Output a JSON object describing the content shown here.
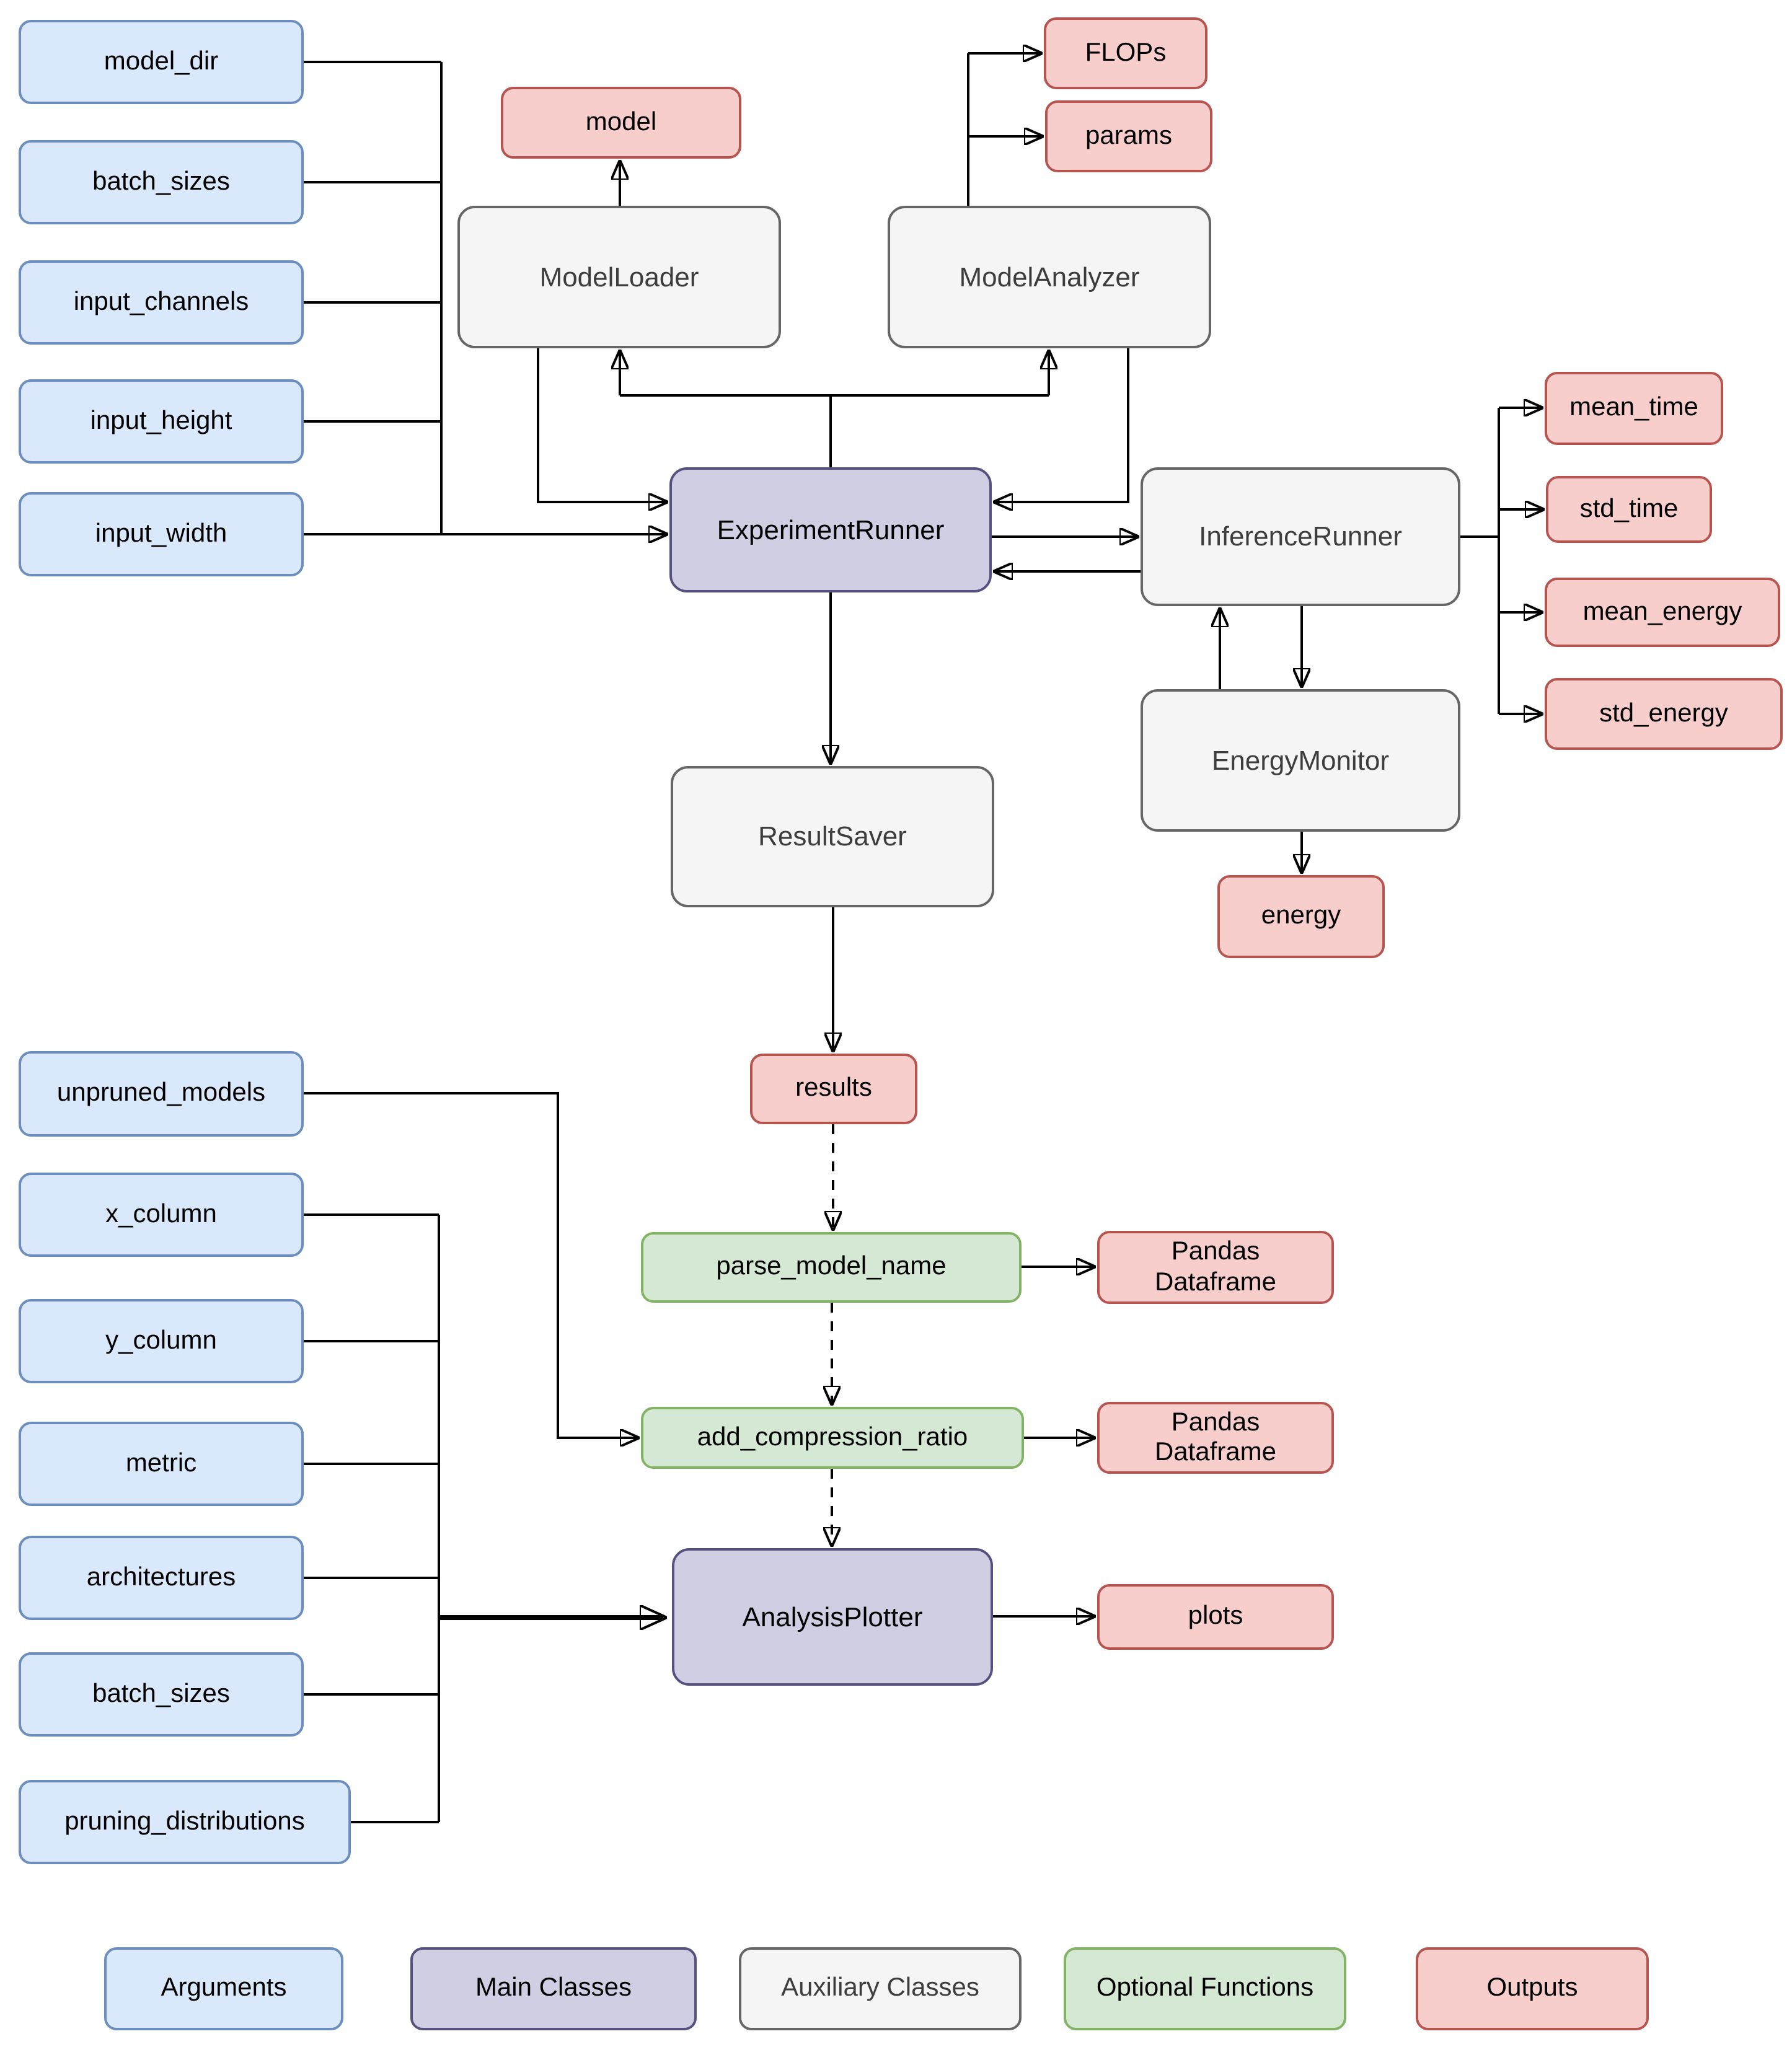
{
  "nodes": {
    "model_dir": {
      "label": "model_dir",
      "type": "argument"
    },
    "batch_sizes": {
      "label": "batch_sizes",
      "type": "argument"
    },
    "input_channels": {
      "label": "input_channels",
      "type": "argument"
    },
    "input_height": {
      "label": "input_height",
      "type": "argument"
    },
    "input_width": {
      "label": "input_width",
      "type": "argument"
    },
    "model": {
      "label": "model",
      "type": "output"
    },
    "model_loader": {
      "label": "ModelLoader",
      "type": "auxiliary_class"
    },
    "model_analyzer": {
      "label": "ModelAnalyzer",
      "type": "auxiliary_class"
    },
    "flops": {
      "label": "FLOPs",
      "type": "output"
    },
    "params": {
      "label": "params",
      "type": "output"
    },
    "experiment_runner": {
      "label": "ExperimentRunner",
      "type": "main_class"
    },
    "inference_runner": {
      "label": "InferenceRunner",
      "type": "auxiliary_class"
    },
    "mean_time": {
      "label": "mean_time",
      "type": "output"
    },
    "std_time": {
      "label": "std_time",
      "type": "output"
    },
    "mean_energy": {
      "label": "mean_energy",
      "type": "output"
    },
    "std_energy": {
      "label": "std_energy",
      "type": "output"
    },
    "energy_monitor": {
      "label": "EnergyMonitor",
      "type": "auxiliary_class"
    },
    "energy": {
      "label": "energy",
      "type": "output"
    },
    "result_saver": {
      "label": "ResultSaver",
      "type": "auxiliary_class"
    },
    "results": {
      "label": "results",
      "type": "output"
    },
    "parse_model_name": {
      "label": "parse_model_name",
      "type": "optional_function"
    },
    "pandas_dataframe_1": {
      "label": "Pandas Dataframe",
      "type": "output"
    },
    "add_compression_ratio": {
      "label": "add_compression_ratio",
      "type": "optional_function"
    },
    "pandas_dataframe_2": {
      "label": "Pandas Dataframe",
      "type": "output"
    },
    "analysis_plotter": {
      "label": "AnalysisPlotter",
      "type": "main_class"
    },
    "plots": {
      "label": "plots",
      "type": "output"
    },
    "unpruned_models": {
      "label": "unpruned_models",
      "type": "argument"
    },
    "x_column": {
      "label": "x_column",
      "type": "argument"
    },
    "y_column": {
      "label": "y_column",
      "type": "argument"
    },
    "metric": {
      "label": "metric",
      "type": "argument"
    },
    "architectures": {
      "label": "architectures",
      "type": "argument"
    },
    "batch_sizes_2": {
      "label": "batch_sizes",
      "type": "argument"
    },
    "pruning_distributions": {
      "label": "pruning_distributions",
      "type": "argument"
    }
  },
  "legend": {
    "items": [
      {
        "label": "Arguments",
        "type": "argument"
      },
      {
        "label": "Main Classes",
        "type": "main_class"
      },
      {
        "label": "Auxiliary Classes",
        "type": "auxiliary_class"
      },
      {
        "label": "Optional Functions",
        "type": "optional_function"
      },
      {
        "label": "Outputs",
        "type": "output"
      }
    ]
  },
  "colors": {
    "arguments": {
      "fill": "#dae8fc",
      "stroke": "#6c8ebf"
    },
    "main_classes": {
      "fill": "#d0cee2",
      "stroke": "#56517e"
    },
    "auxiliary_classes": {
      "fill": "#f5f5f5",
      "stroke": "#666666"
    },
    "optional_functions": {
      "fill": "#d5e8d4",
      "stroke": "#82b366"
    },
    "outputs": {
      "fill": "#f8cecc",
      "stroke": "#b85450"
    },
    "edge": "#000000"
  }
}
